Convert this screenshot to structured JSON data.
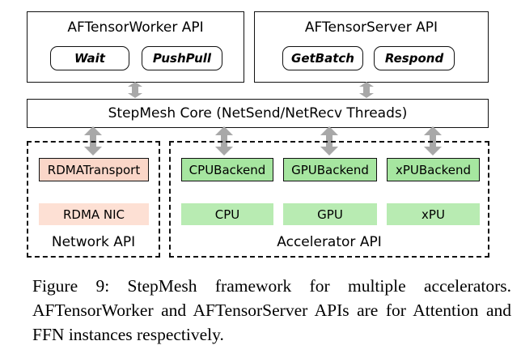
{
  "worker_api": {
    "title": "AFTensorWorker API",
    "methods": [
      "Wait",
      "PushPull"
    ]
  },
  "server_api": {
    "title": "AFTensorServer API",
    "methods": [
      "GetBatch",
      "Respond"
    ]
  },
  "core": {
    "label": "StepMesh Core (NetSend/NetRecv Threads)"
  },
  "network_api": {
    "label": "Network API",
    "transport": "RDMATransport",
    "hardware": "RDMA NIC"
  },
  "accelerator_api": {
    "label": "Accelerator API",
    "backends": [
      "CPUBackend",
      "GPUBackend",
      "xPUBackend"
    ],
    "hardware": [
      "CPU",
      "GPU",
      "xPU"
    ]
  },
  "caption": "Figure 9: StepMesh framework for multiple accelerators. AFTensorWorker and AFTensorServer APIs are for Attention and FFN instances respectively.",
  "colors": {
    "backend_green": "#a6e6a0",
    "hardware_green": "#b8ebb2",
    "transport_peach": "#fad6c8",
    "nic_peach": "#fde0d4",
    "arrow_gray": "#a8a8a8"
  }
}
